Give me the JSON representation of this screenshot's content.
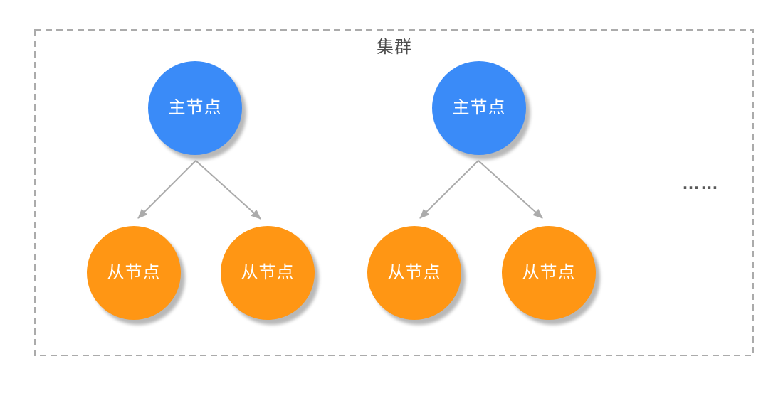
{
  "diagram": {
    "title": "集群",
    "ellipsis": "……",
    "clusters": [
      {
        "master": {
          "label": "主节点"
        },
        "slaves": [
          {
            "label": "从节点"
          },
          {
            "label": "从节点"
          }
        ]
      },
      {
        "master": {
          "label": "主节点"
        },
        "slaves": [
          {
            "label": "从节点"
          },
          {
            "label": "从节点"
          }
        ]
      }
    ],
    "colors": {
      "master_fill": "#3A8BF8",
      "slave_fill": "#FF9614",
      "node_text": "#FFFFFF",
      "arrow": "#ABABAB",
      "border": "#ABABAB",
      "title_text": "#4D4D4D",
      "ellipsis_text": "#595959",
      "background": "#FFFFFF"
    }
  }
}
